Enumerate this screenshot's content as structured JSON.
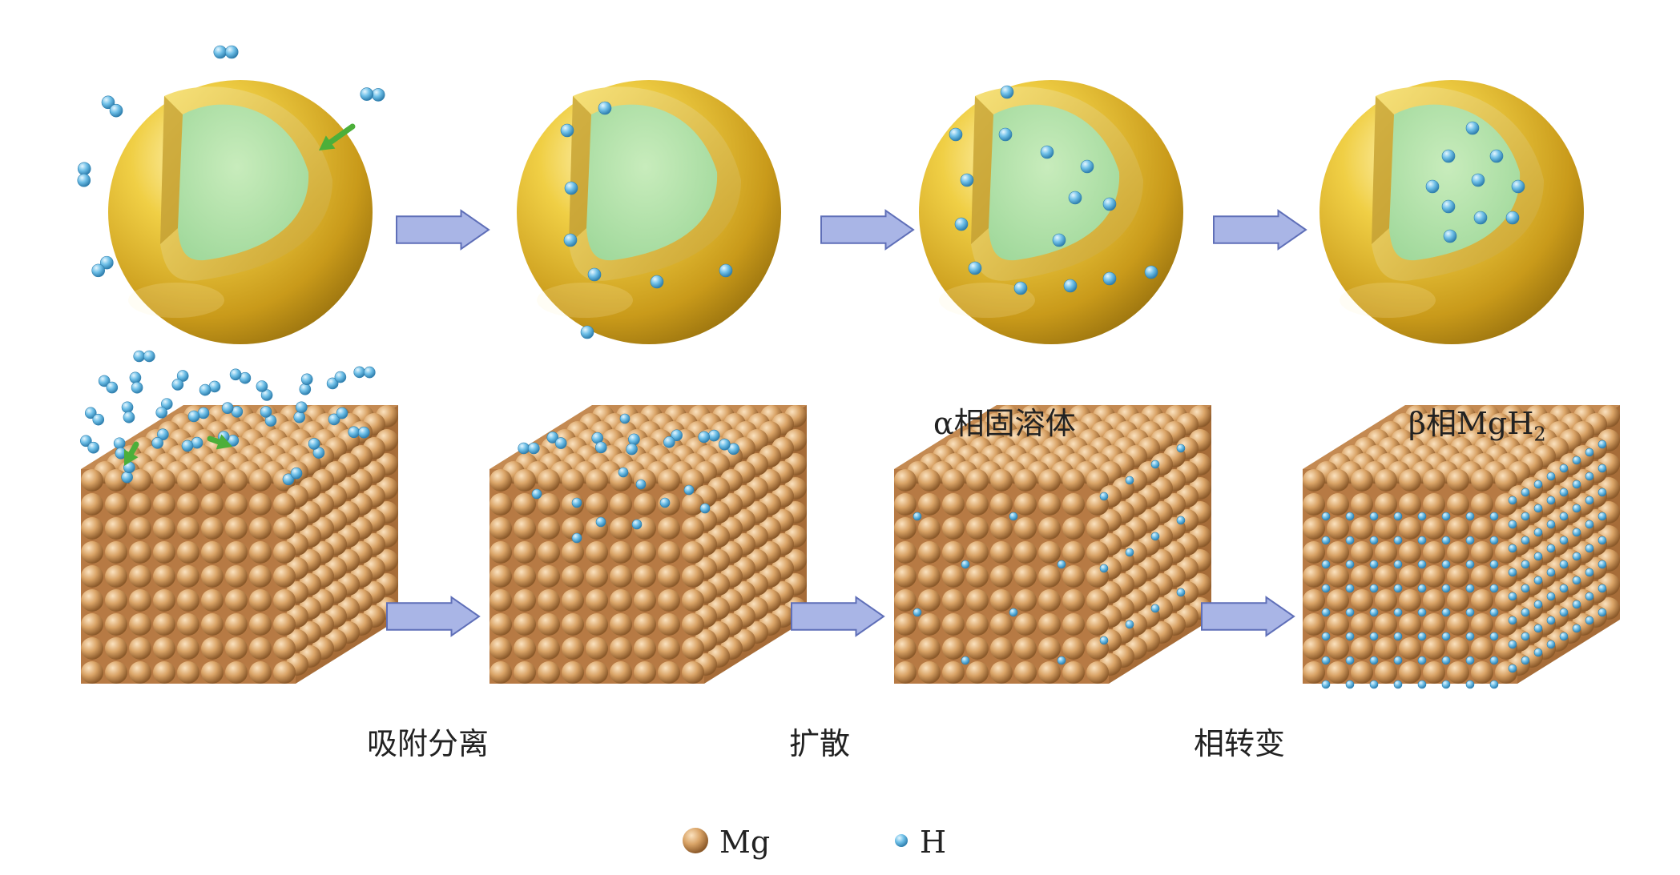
{
  "step_labels": {
    "adsorption": "吸附分离",
    "diffusion": "扩散",
    "phase_transition": "相转变"
  },
  "phase_labels": {
    "alpha": "α相固溶体",
    "beta_prefix": "β相MgH",
    "beta_sub": "2"
  },
  "legend": {
    "mg": "Mg",
    "h": "H"
  },
  "colors": {
    "shell": "#e8c23a",
    "core": "#b6e2a8",
    "mg_atom": "#d9a366",
    "h_atom": "#6fc0e8",
    "arrow_fill": "#a9b5e6",
    "arrow_stroke": "#5f6fb8",
    "green_arrow": "#4caf3a"
  }
}
